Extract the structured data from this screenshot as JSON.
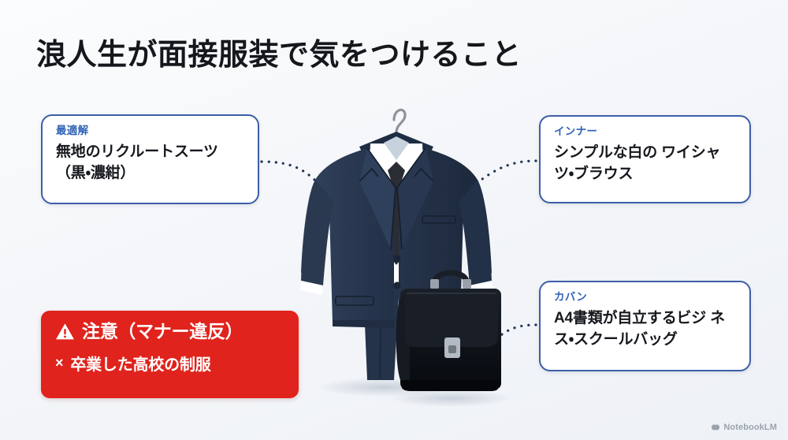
{
  "title": "浪人生が面接服装で気をつけること",
  "background_color": "#f4f6f9",
  "accent_color": "#3d5fa8",
  "label_color": "#2f62b5",
  "warning_color": "#e0231c",
  "callouts": [
    {
      "id": "optimal",
      "label": "最適解",
      "body": "無地のリクルートスーツ（黒・濃紺）",
      "position": "left-top"
    },
    {
      "id": "inner",
      "label": "インナー",
      "body": "シンプルな白の\nワイシャツ・ブラウス",
      "position": "right-top"
    },
    {
      "id": "bag",
      "label": "カバン",
      "body": "A4書類が自立するビジ\nネス・スクールバッグ",
      "position": "right-bottom"
    }
  ],
  "warning": {
    "icon": "warning-triangle-icon",
    "heading": "注意（マナー違反）",
    "item_marker": "×",
    "item": "卒業した高校の制服"
  },
  "illustration": {
    "name": "navy-suit-on-hanger-with-briefcase",
    "suit_color": "#2b3a52",
    "suit_shadow_color": "#1d2940",
    "shirt_color": "#ffffff",
    "tie_color": "#2a2d33",
    "briefcase_color": "#111419",
    "hanger_color": "#8e949c"
  },
  "watermark": {
    "icon": "notebooklm-icon",
    "text": "NotebookLM"
  }
}
